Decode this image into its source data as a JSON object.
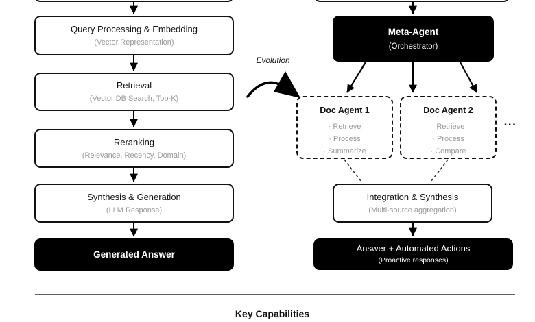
{
  "diagram": {
    "left_pipeline": {
      "boxes": [
        {
          "title": "Query Processing & Embedding",
          "subtitle": "(Vector Representation)"
        },
        {
          "title": "Retrieval",
          "subtitle": "(Vector DB Search, Top-K)"
        },
        {
          "title": "Reranking",
          "subtitle": "(Relevance, Recency, Domain)"
        },
        {
          "title": "Synthesis & Generation",
          "subtitle": "(LLM Response)"
        },
        {
          "title": "Generated Answer"
        }
      ]
    },
    "right_pipeline": {
      "meta_agent": {
        "title": "Meta-Agent",
        "subtitle": "(Orchestrator)"
      },
      "doc_agents": [
        {
          "title": "Doc Agent 1",
          "bullets": [
            "· Retrieve",
            "· Process",
            "· Summarize"
          ]
        },
        {
          "title": "Doc Agent 2",
          "bullets": [
            "· Retrieve",
            "· Process",
            "· Compare"
          ]
        }
      ],
      "ellipsis": "...",
      "integration": {
        "title": "Integration & Synthesis",
        "subtitle": "(Multi-source aggregation)"
      },
      "answer": {
        "title": "Answer + Automated Actions",
        "subtitle": "(Proactive responses)"
      }
    },
    "evolution_label": "Evolution",
    "footer_heading": "Key Capabilities",
    "colors": {
      "box_black": "#000000",
      "subtitle_gray": "#999999",
      "separator_gray": "#5f5f5f"
    }
  }
}
